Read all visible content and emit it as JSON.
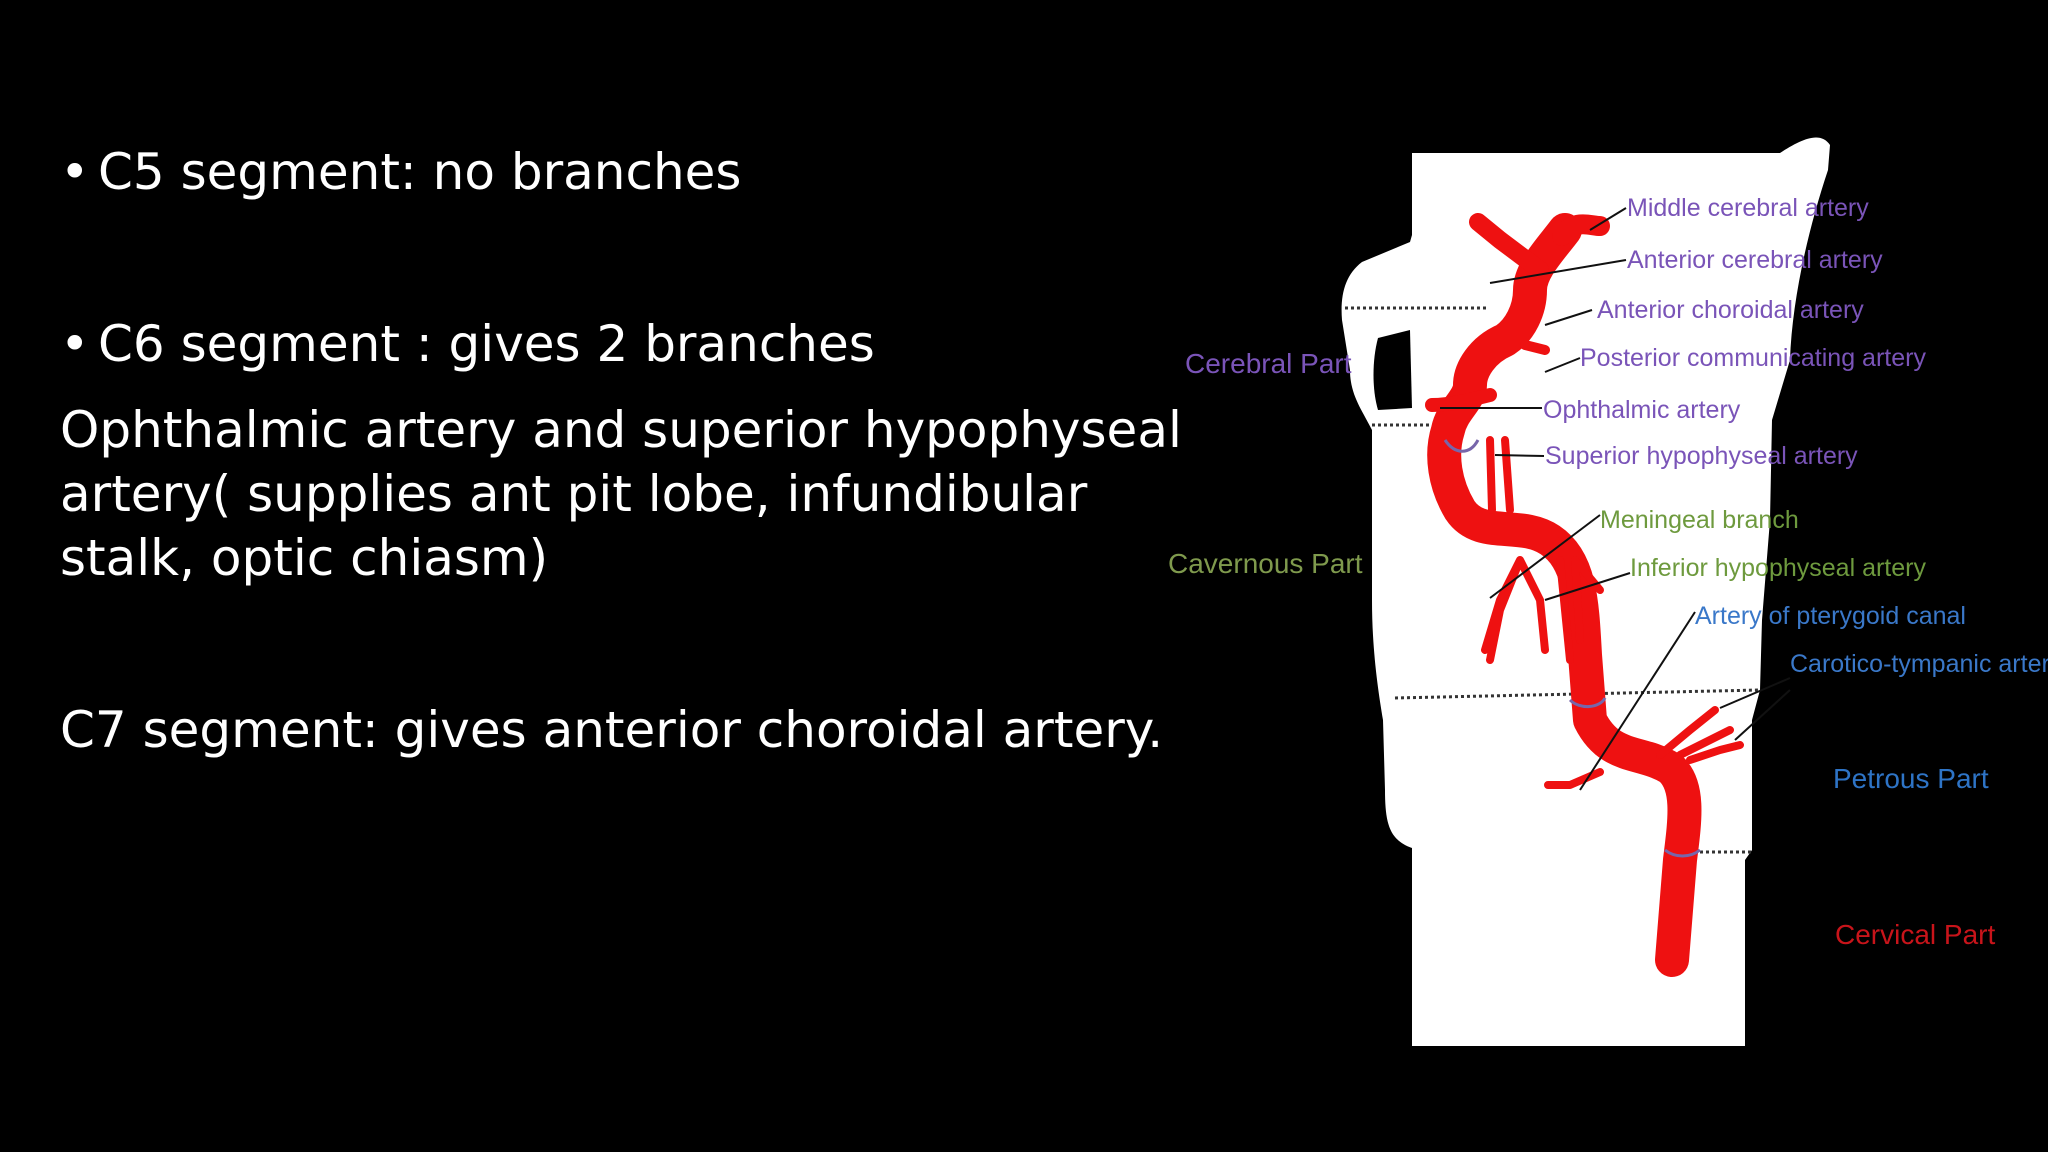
{
  "slide": {
    "bullets": [
      {
        "marker": "•",
        "text": "C5 segment: no branches"
      },
      {
        "marker": "•",
        "text": "C6 segment : gives 2 branches"
      }
    ],
    "paragraph_lines": [
      "Ophthalmic artery and superior hypophyseal",
      "artery( supplies ant pit lobe, infundibular",
      "stalk, optic chiasm)"
    ],
    "c7_text": "C7 segment: gives anterior choroidal artery."
  },
  "diagram": {
    "part_labels": {
      "cerebral": "Cerebral Part",
      "cavernous": "Cavernous Part",
      "petrous": "Petrous Part",
      "cervical": "Cervical Part"
    },
    "branch_labels": {
      "middle_cerebral": "Middle cerebral artery",
      "anterior_cerebral": "Anterior cerebral artery",
      "anterior_choroidal": "Anterior choroidal artery",
      "posterior_communicating": "Posterior communicating artery",
      "ophthalmic": "Ophthalmic artery",
      "superior_hypophyseal": "Superior hypophyseal artery",
      "meningeal": "Meningeal branch",
      "inferior_hypophyseal": "Inferior hypophyseal artery",
      "pterygoid": "Artery of pterygoid canal",
      "carotico_tympanic": "Carotico-tympanic arteries"
    },
    "colors": {
      "artery": "#ee1111",
      "cerebral_label": "#7a54b8",
      "cavernous_label": "#7f9a4d",
      "petrous_label": "#2e74c6",
      "cervical_label": "#c8141a",
      "purple_label": "#7a54b8",
      "green_label": "#6e9a3e",
      "blue_label": "#3a78c9"
    }
  }
}
